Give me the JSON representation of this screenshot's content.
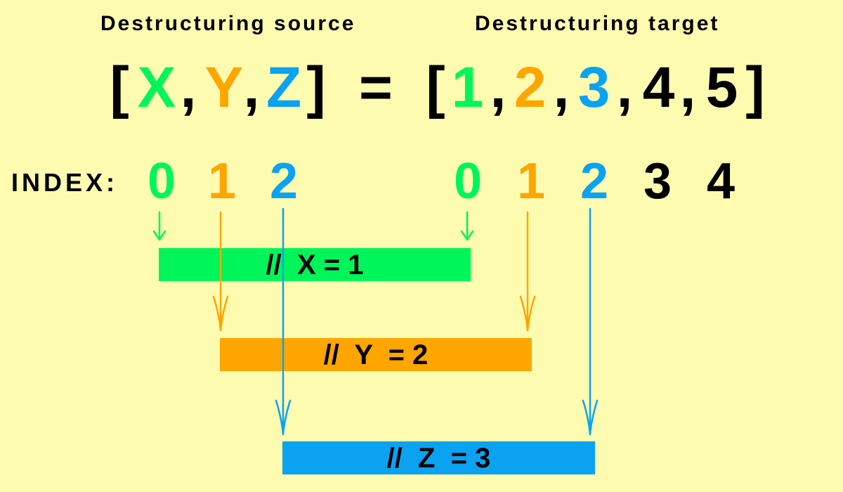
{
  "headings": {
    "source": "Destructuring source",
    "target": "Destructuring target"
  },
  "expression": {
    "open_bracket": "[",
    "close_bracket": "]",
    "comma": ",",
    "equals": "=",
    "source_items": [
      "X",
      "Y",
      "Z"
    ],
    "target_items": [
      "1",
      "2",
      "3",
      "4",
      "5"
    ]
  },
  "index_row": {
    "label": "INDEX:",
    "source_indices": [
      "0",
      "1",
      "2"
    ],
    "target_indices": [
      "0",
      "1",
      "2",
      "3",
      "4"
    ]
  },
  "assignments": [
    {
      "text": "//  X = 1",
      "color": "#00f55a"
    },
    {
      "text": "//  Y  = 2",
      "color": "#ffa500"
    },
    {
      "text": "//  Z  = 3",
      "color": "#0ba2f2"
    }
  ],
  "colors": {
    "background": "#fdfbb0",
    "green": "#00f55a",
    "orange": "#ffa500",
    "blue": "#0ba2f2",
    "black": "#000000"
  }
}
